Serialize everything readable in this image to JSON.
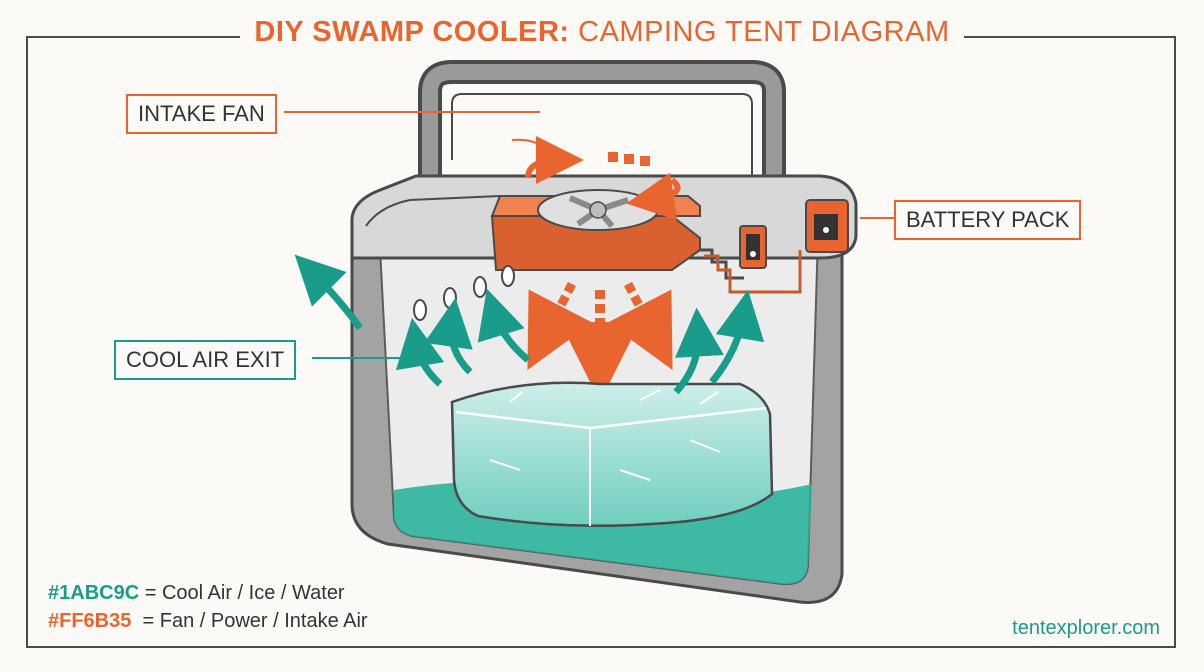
{
  "title": {
    "bold": "DIY SWAMP COOLER:",
    "rest": "CAMPING TENT DIAGRAM"
  },
  "labels": {
    "intake_fan": "INTAKE FAN",
    "battery_pack": "BATTERY PACK",
    "cool_air_exit": "COOL AIR EXIT"
  },
  "legend": [
    {
      "code": "#1ABC9C",
      "text": " = Cool Air / Ice / Water",
      "color": "#1ABC9C"
    },
    {
      "code": "#FF6B35",
      "text": "  = Fan / Power / Intake Air",
      "color": "#FF6B35"
    }
  ],
  "footer": "tentexplorer.com",
  "colors": {
    "accent_orange": "#e8652f",
    "accent_teal": "#1a9c8a",
    "outline": "#4a4a4a"
  }
}
